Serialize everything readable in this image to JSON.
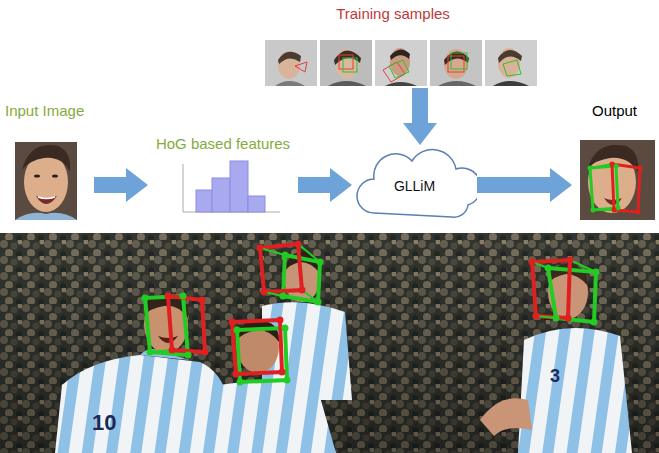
{
  "diagram": {
    "nodes": [
      {
        "text": [
          "Input Image"
        ]
      },
      {
        "text": [
          "HoG based features"
        ]
      },
      {
        "text": [
          "GLLiM"
        ]
      },
      {
        "text": [
          "Training samples"
        ]
      },
      {
        "text": [
          "Output"
        ]
      }
    ],
    "edges": [
      {
        "from": 0,
        "to": 1,
        "arrow": "to"
      },
      {
        "from": 1,
        "to": 2,
        "arrow": "to"
      },
      {
        "from": 3,
        "to": 2,
        "arrow": "to"
      },
      {
        "from": 2,
        "to": 4,
        "arrow": "to"
      }
    ],
    "labels": [
      "10",
      "3"
    ]
  }
}
